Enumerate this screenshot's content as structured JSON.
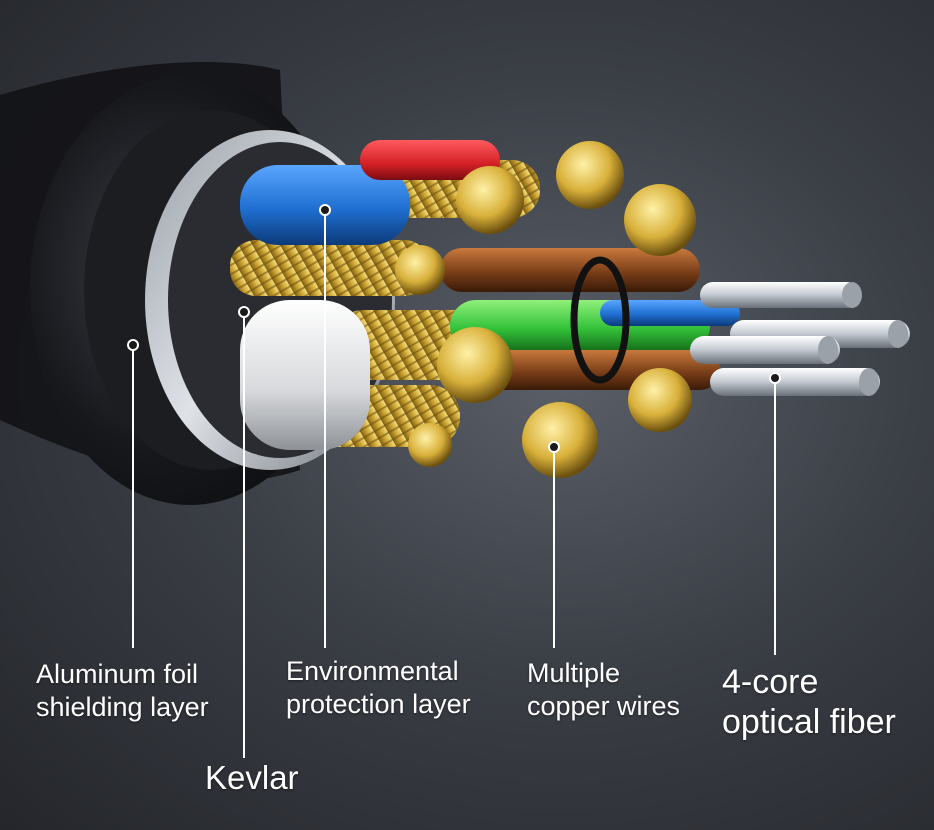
{
  "labels": {
    "aluminum_foil": [
      "Aluminum foil",
      "shielding layer"
    ],
    "environmental": [
      "Environmental",
      "protection layer"
    ],
    "copper": [
      "Multiple",
      "copper wires"
    ],
    "fiber": [
      "4-core",
      "optical fiber"
    ],
    "kevlar": "Kevlar"
  },
  "colors": {
    "background": "#2b2e34",
    "jacket": "#15171b",
    "copper_strand": "#d9b43c",
    "blue_insulation": "#1f6fd1",
    "red_insulation": "#d32026",
    "green_insulation": "#33c23a",
    "brown_insulation": "#7a3e18",
    "fiber_core": "#d8dde3",
    "label_text": "#ffffff"
  }
}
